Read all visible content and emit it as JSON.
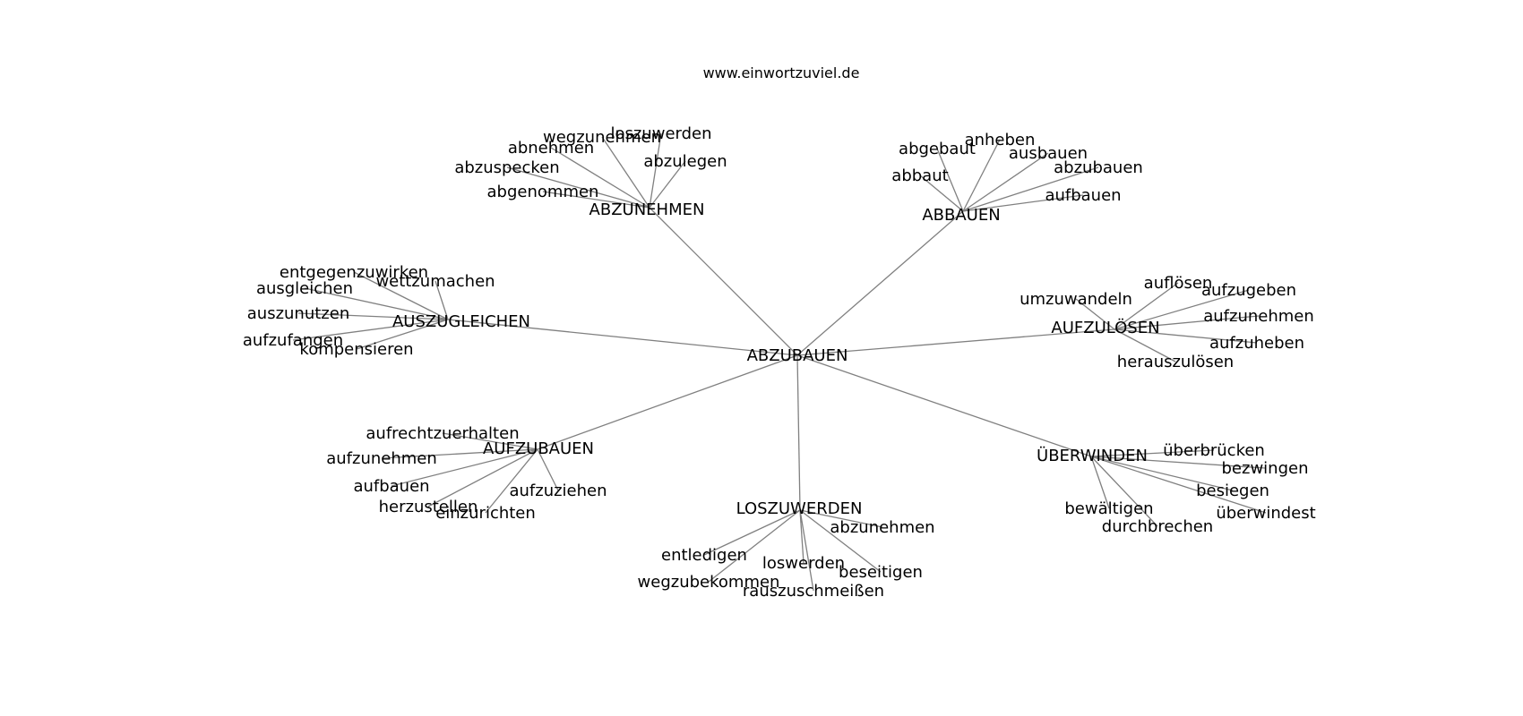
{
  "source": "www.einwortzuviel.de",
  "colors": {
    "edge": "#808080",
    "text": "#000000",
    "background": "#ffffff"
  },
  "root": "ABZUBAUEN",
  "groups": [
    {
      "label": "ABZUNEHMEN",
      "children": [
        "loszuwerden",
        "wegzunehmen",
        "abnehmen",
        "abzulegen",
        "abzuspecken",
        "abgenommen"
      ]
    },
    {
      "label": "ABBAUEN",
      "children": [
        "anheben",
        "abgebaut",
        "ausbauen",
        "abzubauen",
        "abbaut",
        "aufbauen"
      ]
    },
    {
      "label": "AUSZUGLEICHEN",
      "children": [
        "entgegenzuwirken",
        "wettzumachen",
        "ausgleichen",
        "auszunutzen",
        "aufzufangen",
        "kompensieren"
      ]
    },
    {
      "label": "AUFZULÖSEN",
      "children": [
        "auflösen",
        "aufzugeben",
        "umzuwandeln",
        "aufzunehmen",
        "aufzuheben",
        "herauszulösen"
      ]
    },
    {
      "label": "AUFZUBAUEN",
      "children": [
        "aufrechtzuerhalten",
        "aufzunehmen",
        "aufbauen",
        "aufzuziehen",
        "herzustellen",
        "einzurichten"
      ]
    },
    {
      "label": "ÜBERWINDEN",
      "children": [
        "überbrücken",
        "bezwingen",
        "besiegen",
        "überwindest",
        "bewältigen",
        "durchbrechen"
      ]
    },
    {
      "label": "LOSZUWERDEN",
      "children": [
        "abzunehmen",
        "entledigen",
        "loswerden",
        "beseitigen",
        "wegzubekommen",
        "rauszuschmeißen"
      ]
    }
  ]
}
